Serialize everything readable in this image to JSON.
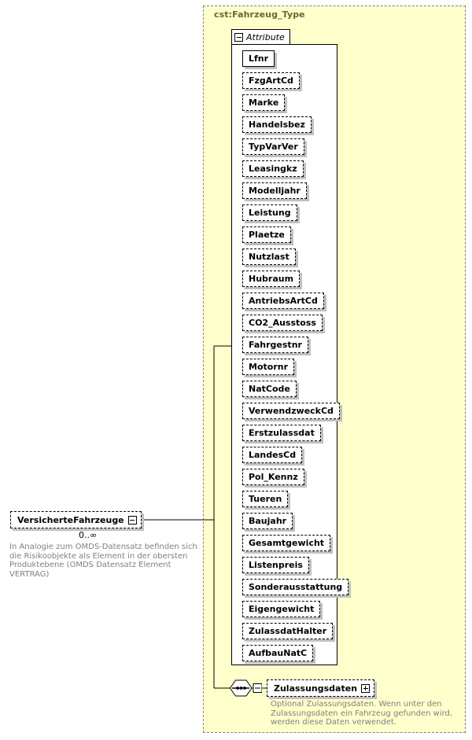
{
  "type_panel": {
    "title": "cst:Fahrzeug_Type"
  },
  "attribute_group": {
    "label": "Attribute",
    "expander": "minus-icon",
    "items": [
      {
        "label": "Lfnr",
        "required": true
      },
      {
        "label": "FzgArtCd",
        "required": false
      },
      {
        "label": "Marke",
        "required": false
      },
      {
        "label": "Handelsbez",
        "required": false
      },
      {
        "label": "TypVarVer",
        "required": false
      },
      {
        "label": "Leasingkz",
        "required": false
      },
      {
        "label": "Modelljahr",
        "required": false
      },
      {
        "label": "Leistung",
        "required": false
      },
      {
        "label": "Plaetze",
        "required": false
      },
      {
        "label": "Nutzlast",
        "required": false
      },
      {
        "label": "Hubraum",
        "required": false
      },
      {
        "label": "AntriebsArtCd",
        "required": false
      },
      {
        "label": "CO2_Ausstoss",
        "required": false
      },
      {
        "label": "Fahrgestnr",
        "required": false
      },
      {
        "label": "Motornr",
        "required": false
      },
      {
        "label": "NatCode",
        "required": false
      },
      {
        "label": "VerwendzweckCd",
        "required": false
      },
      {
        "label": "Erstzulassdat",
        "required": false
      },
      {
        "label": "LandesCd",
        "required": false
      },
      {
        "label": "Pol_Kennz",
        "required": false
      },
      {
        "label": "Tueren",
        "required": false
      },
      {
        "label": "Baujahr",
        "required": false
      },
      {
        "label": "Gesamtgewicht",
        "required": false
      },
      {
        "label": "Listenpreis",
        "required": false
      },
      {
        "label": "Sonderausstattung",
        "required": false
      },
      {
        "label": "Eigengewicht",
        "required": false
      },
      {
        "label": "ZulassdatHalter",
        "required": false
      },
      {
        "label": "AufbauNatC",
        "required": false
      }
    ]
  },
  "root_element": {
    "label": "VersicherteFahrzeuge",
    "expander": "minus-icon",
    "cardinality": "0..∞",
    "annotation": "In Analogie zum OMDS-Datensatz befinden sich die Risikoobjekte als Element in der obersten Produktebene (OMDS Datensatz Element VERTRAG)"
  },
  "sequence_node": {
    "icon": "sequence-icon",
    "expander": "minus-icon"
  },
  "child_element": {
    "label": "Zulassungsdaten",
    "expander": "plus-icon",
    "annotation": "Optional Zulassungsdaten. Wenn unter den Zulassungsdaten ein Fahrzeug gefunden wird, werden diese Daten verwendet."
  },
  "colors": {
    "panel_background": "#ffffcc",
    "panel_border": "#808080",
    "box_background": "#ffffff",
    "box_border": "#000000",
    "shadow": "#c0c0c0",
    "title_text": "#666633",
    "annotation_text": "#808080"
  }
}
